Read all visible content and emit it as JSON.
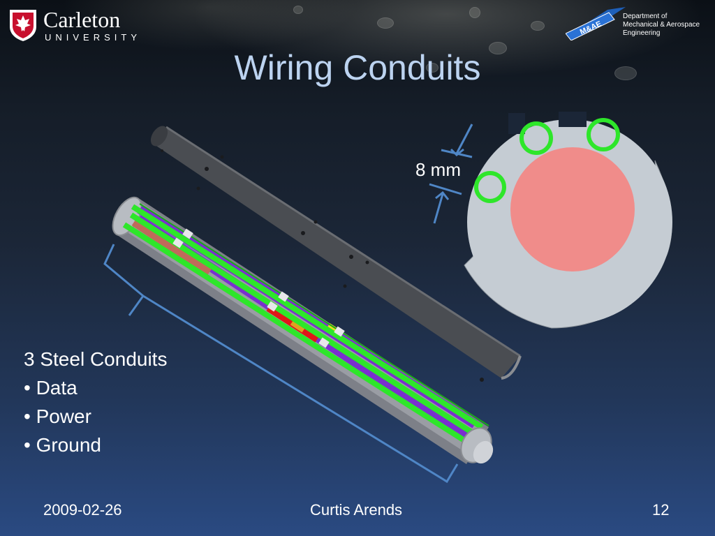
{
  "header": {
    "university_name": "Carleton",
    "university_sub": "UNIVERSITY",
    "department_badge": "M&AE",
    "department_lines": [
      "Department of",
      "Mechanical & Aerospace",
      "Engineering"
    ]
  },
  "slide": {
    "title": "Wiring Conduits",
    "dimension_label": "8 mm",
    "bullets": {
      "heading": "3 Steel Conduits",
      "items": [
        "• Data",
        "• Power",
        "• Ground"
      ]
    }
  },
  "footer": {
    "date": "2009-02-26",
    "author": "Curtis Arends",
    "page_number": "12"
  },
  "colors": {
    "title": "#bcd3f0",
    "conduit_green": "#2ee62a",
    "purple_rod": "#7a2fcf",
    "disk_grey": "#c5ccd3",
    "core_pink": "#f08c8a",
    "bracket_blue": "#4f86c6"
  }
}
